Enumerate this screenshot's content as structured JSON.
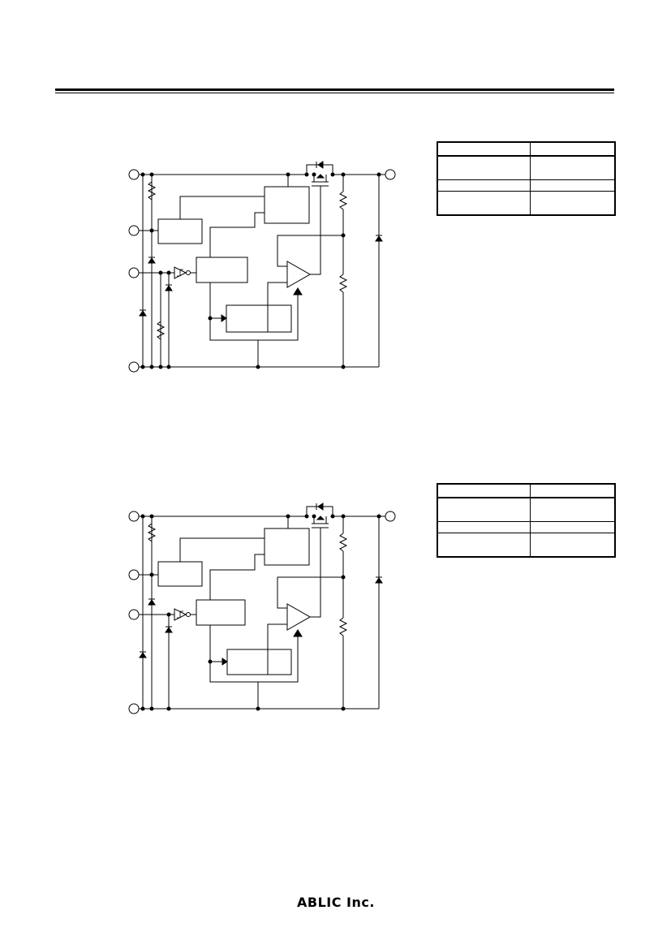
{
  "header": {
    "rule": "double"
  },
  "figures": [
    {
      "id": "figure-1",
      "has_pulldown_resistor": true
    },
    {
      "id": "figure-2",
      "has_pulldown_resistor": false
    }
  ],
  "legend_tables": [
    {
      "rows": [
        [
          "",
          ""
        ],
        [
          "",
          ""
        ],
        [
          "",
          ""
        ],
        [
          "",
          ""
        ]
      ]
    },
    {
      "rows": [
        [
          "",
          ""
        ],
        [
          "",
          ""
        ],
        [
          "",
          ""
        ],
        [
          "",
          ""
        ]
      ]
    }
  ],
  "footer": {
    "brand": "ABLIC Inc."
  }
}
